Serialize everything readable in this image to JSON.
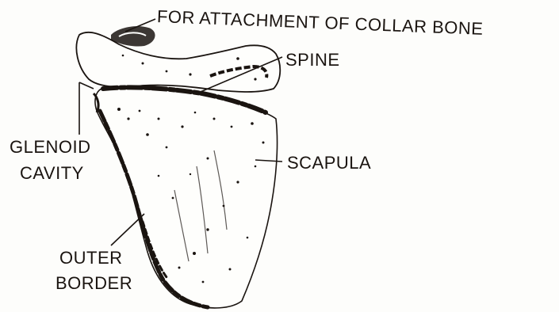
{
  "labels": {
    "collar": "FOR ATTACHMENT OF COLLAR BONE",
    "spine": "SPINE",
    "glenoid": "GLENOID",
    "cavity": "CAVITY",
    "scapula": "SCAPULA",
    "outer": "OUTER",
    "border": "BORDER"
  },
  "colors": {
    "ink": "#1a1410",
    "background": "#fdfdfb"
  }
}
